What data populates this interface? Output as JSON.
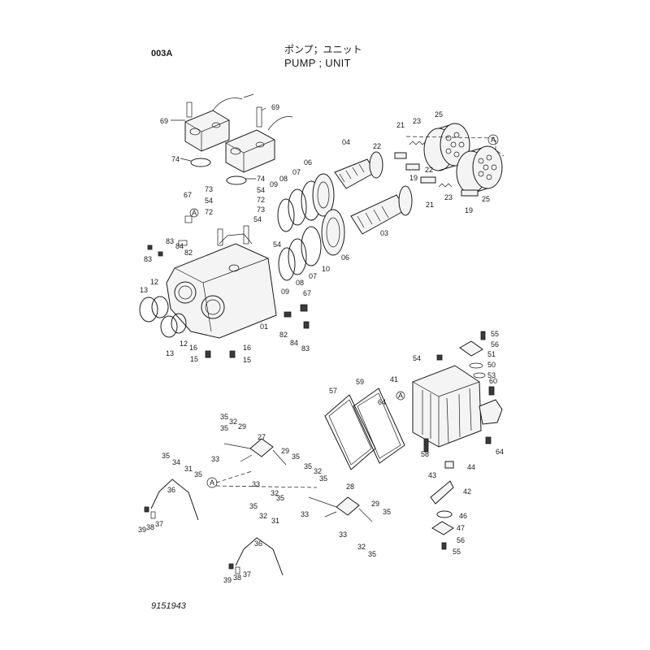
{
  "header": {
    "page_code": "003A",
    "title_jp": "ポンプ；ユニット",
    "title_en": "PUMP ; UNIT"
  },
  "footer": {
    "doc_number": "9151943"
  },
  "labels": {
    "l69a": "69",
    "l69b": "69",
    "l74a": "74",
    "l74b": "74",
    "l73a": "73",
    "l73b": "73",
    "l54a": "54",
    "l54b": "54",
    "l54c": "54",
    "l54d": "54",
    "l54e": "54",
    "l72a": "72",
    "l72b": "72",
    "l67a": "67",
    "l67b": "67",
    "lA1": "A",
    "l83a": "83",
    "l83b": "83",
    "l83c": "83",
    "l84a": "84",
    "l84b": "84",
    "l82a": "82",
    "l82b": "82",
    "l13a": "13",
    "l13b": "13",
    "l12a": "12",
    "l12b": "12",
    "l16a": "16",
    "l16b": "16",
    "l15a": "15",
    "l15b": "15",
    "l01": "01",
    "l09a": "09",
    "l09b": "09",
    "l08a": "08",
    "l08b": "08",
    "l07a": "07",
    "l07b": "07",
    "l06a": "06",
    "l06b": "06",
    "l10": "10",
    "l04": "04",
    "l03": "03",
    "l21a": "21",
    "l21b": "21",
    "l22a": "22",
    "l22b": "22",
    "l23a": "23",
    "l23b": "23",
    "l19a": "19",
    "l19b": "19",
    "l25a": "25",
    "l25b": "25",
    "lA2": "A",
    "l55a": "55",
    "l55b": "55",
    "l56a": "56",
    "l56b": "56",
    "l51": "51",
    "l50": "50",
    "l53": "53",
    "l41": "41",
    "l60": "60",
    "l64a": "64",
    "l64b": "64",
    "lA3": "A",
    "l58": "58",
    "l44": "44",
    "l43": "43",
    "l42": "42",
    "l46": "46",
    "l47": "47",
    "l59": "59",
    "l57": "57",
    "l35a": "35",
    "l35b": "35",
    "l35c": "35",
    "l35d": "35",
    "l35e": "35",
    "l35f": "35",
    "l35g": "35",
    "l35h": "35",
    "l35i": "35",
    "l35j": "35",
    "l32a": "32",
    "l32b": "32",
    "l32c": "32",
    "l32d": "32",
    "l29a": "29",
    "l29b": "29",
    "l29c": "29",
    "l27": "27",
    "l28": "28",
    "l33a": "33",
    "l33b": "33",
    "l33c": "33",
    "l33d": "33",
    "l34": "34",
    "l31a": "31",
    "l31b": "31",
    "l36a": "36",
    "l36b": "36",
    "l37a": "37",
    "l37b": "37",
    "l38a": "38",
    "l38b": "38",
    "l39a": "39",
    "l39b": "39",
    "lA4": "A"
  }
}
